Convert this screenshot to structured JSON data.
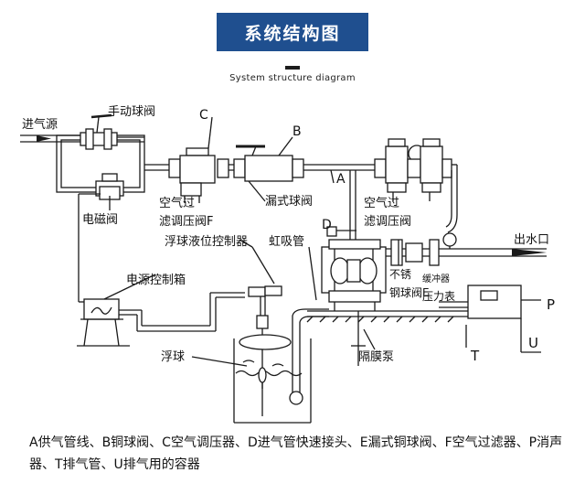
{
  "header": {
    "title": "系统结构图",
    "subtitle": "System structure diagram"
  },
  "labels": {
    "air_source": "进气源",
    "manual_ball_valve": "手动球阀",
    "solenoid_valve": "电磁阀",
    "letter_C": "C",
    "letter_B": "B",
    "letter_A": "A",
    "letter_D": "D",
    "letter_P": "P",
    "letter_T": "T",
    "letter_U": "U",
    "air_filter_f_line1": "空气过",
    "air_filter_f_line2": "滤调压阀F",
    "leak_ball_valve": "漏式球阀",
    "air_filter_line1": "空气过",
    "air_filter_line2": "滤调压阀",
    "float_level_controller": "浮球液位控制器",
    "siphon_pipe": "虹吸管",
    "power_control_box": "电源控制箱",
    "stainless_line1": "不锈",
    "stainless_line2": "钢球阀E",
    "buffer": "缓冲器",
    "pressure_gauge": "压力表",
    "water_outlet": "出水口",
    "diaphragm_pump": "隔膜泵",
    "float_ball": "浮球"
  },
  "legend": {
    "text": "A供气管线、B铜球阀、C空气调压器、D进气管快速接头、E漏式铜球阀、F空气过滤器、P消声器、T排气管、U排气用的容器"
  },
  "colors": {
    "title_bg": "#1f4f8f",
    "line": "#1a1a1a"
  }
}
